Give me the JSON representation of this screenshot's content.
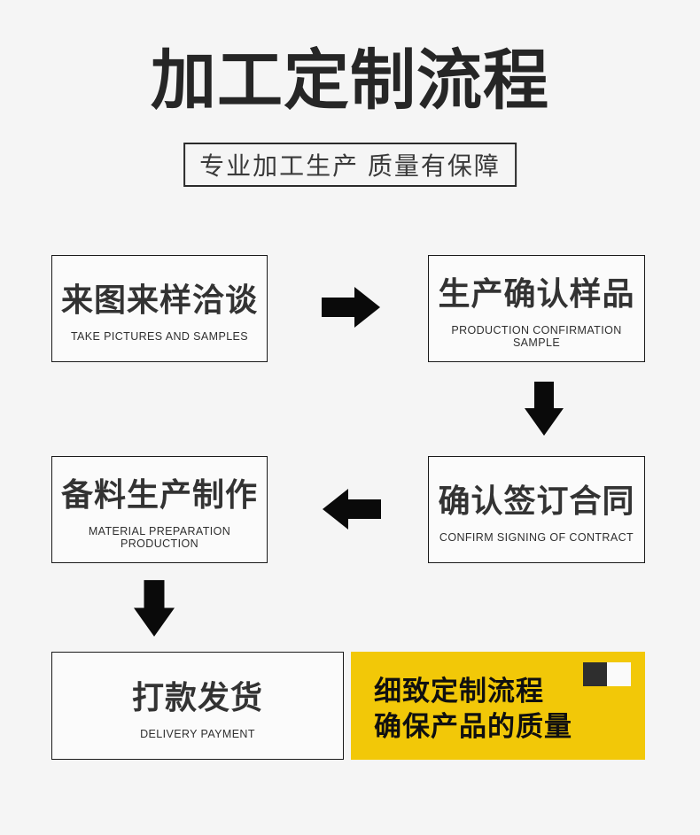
{
  "header": {
    "title": "加工定制流程",
    "subtitle": "专业加工生产 质量有保障"
  },
  "steps": [
    {
      "zh": "来图来样洽谈",
      "en": "TAKE PICTURES AND SAMPLES"
    },
    {
      "zh": "生产确认样品",
      "en": "PRODUCTION CONFIRMATION SAMPLE"
    },
    {
      "zh": "确认签订合同",
      "en": "CONFIRM SIGNING OF CONTRACT"
    },
    {
      "zh": "备料生产制作",
      "en": "MATERIAL PREPARATION PRODUCTION"
    },
    {
      "zh": "打款发货",
      "en": "DELIVERY PAYMENT"
    }
  ],
  "flow_arrows": [
    "right",
    "down",
    "left",
    "down"
  ],
  "highlight": {
    "line1": "细致定制流程",
    "line2": "确保产品的质量",
    "icon": "two-tone-squares-icon"
  },
  "colors": {
    "page_background": "#f5f5f5",
    "box_background": "#fbfbfb",
    "box_border": "#1a1a1a",
    "arrow": "#0a0a0a",
    "highlight_background": "#f2c808",
    "icon_dark_square": "#2e2e2e",
    "icon_light_square": "#fafafa",
    "text_primary": "#262626"
  }
}
